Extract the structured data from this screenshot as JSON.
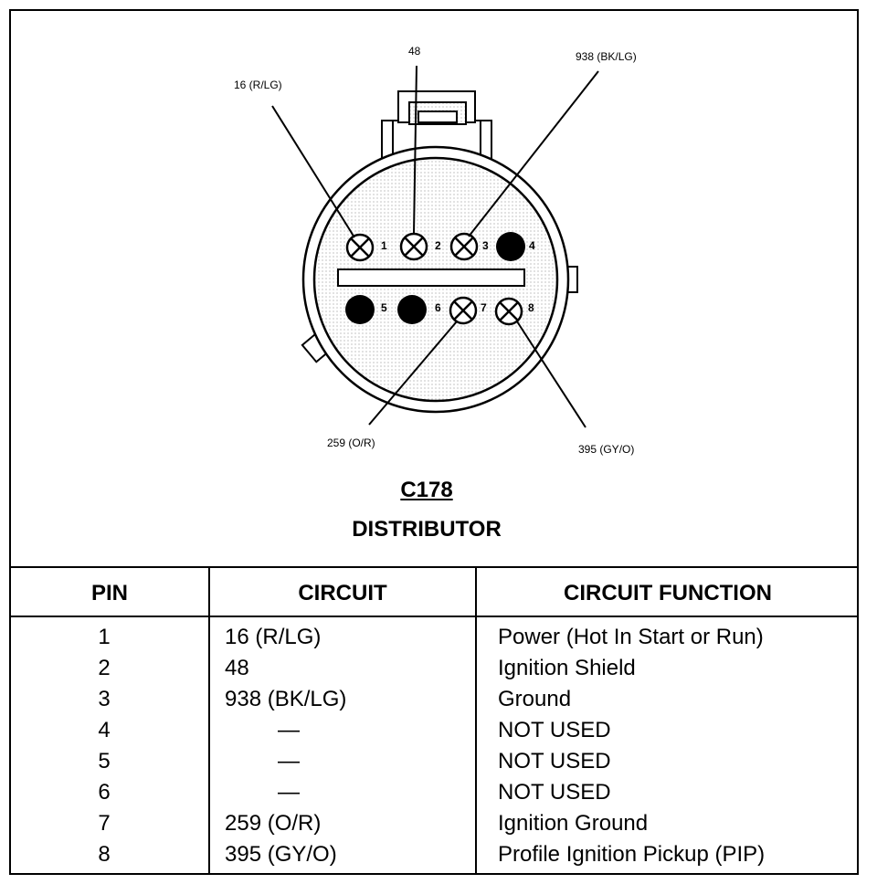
{
  "diagram": {
    "callouts": {
      "c16": "16 (R/LG)",
      "c48": "48",
      "c938": "938 (BK/LG)",
      "c259": "259 (O/R)",
      "c395": "395 (GY/O)"
    },
    "pin_numbers": [
      "1",
      "2",
      "3",
      "4",
      "5",
      "6",
      "7",
      "8"
    ],
    "connector_id": "C178",
    "connector_name": "DISTRIBUTOR"
  },
  "table": {
    "headers": [
      "PIN",
      "CIRCUIT",
      "CIRCUIT FUNCTION"
    ],
    "rows": [
      {
        "pin": "1",
        "circuit": "16 (R/LG)",
        "function": "Power (Hot In Start or Run)"
      },
      {
        "pin": "2",
        "circuit": "48",
        "function": "Ignition Shield"
      },
      {
        "pin": "3",
        "circuit": "938 (BK/LG)",
        "function": "Ground"
      },
      {
        "pin": "4",
        "circuit": "—",
        "function": "NOT USED"
      },
      {
        "pin": "5",
        "circuit": "—",
        "function": "NOT USED"
      },
      {
        "pin": "6",
        "circuit": "—",
        "function": "NOT USED"
      },
      {
        "pin": "7",
        "circuit": "259 (O/R)",
        "function": "Ignition Ground"
      },
      {
        "pin": "8",
        "circuit": "395 (GY/O)",
        "function": "Profile Ignition Pickup (PIP)"
      }
    ]
  }
}
